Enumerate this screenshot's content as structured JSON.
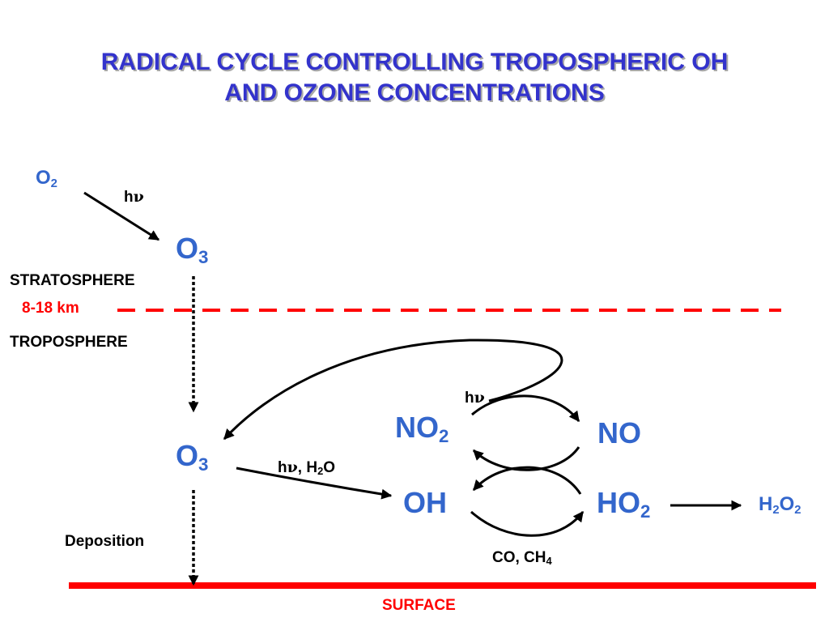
{
  "title": {
    "line1": "RADICAL CYCLE CONTROLLING TROPOSPHERIC OH",
    "line2": "AND OZONE CONCENTRATIONS"
  },
  "species": {
    "o2": {
      "base": "O",
      "sub": "2"
    },
    "o3_strat": {
      "base": "O",
      "sub": "3"
    },
    "o3_trop": {
      "base": "O",
      "sub": "3"
    },
    "no2": {
      "base": "NO",
      "sub": "2"
    },
    "no": {
      "base": "NO"
    },
    "oh": {
      "base": "OH"
    },
    "ho2": {
      "base": "HO",
      "sub": "2"
    },
    "h2o2": {
      "a": "H",
      "sub1": "2",
      "b": "O",
      "sub2": "2"
    }
  },
  "labels": {
    "stratosphere": "STRATOSPHERE",
    "tropopause_height": "8-18 km",
    "troposphere": "TROPOSPHERE",
    "deposition": "Deposition",
    "surface": "SURFACE",
    "hv_h": "h",
    "hv_nu": "ν",
    "hv_h2o_sep": ", H",
    "hv_h2o_sub": "2",
    "hv_h2o_end": "O",
    "co_ch4_text": "CO, CH",
    "co_ch4_sub": "4"
  },
  "colors": {
    "title": "#3333cc",
    "species": "#3366cc",
    "boundary": "#ff0000",
    "text": "#000000"
  }
}
